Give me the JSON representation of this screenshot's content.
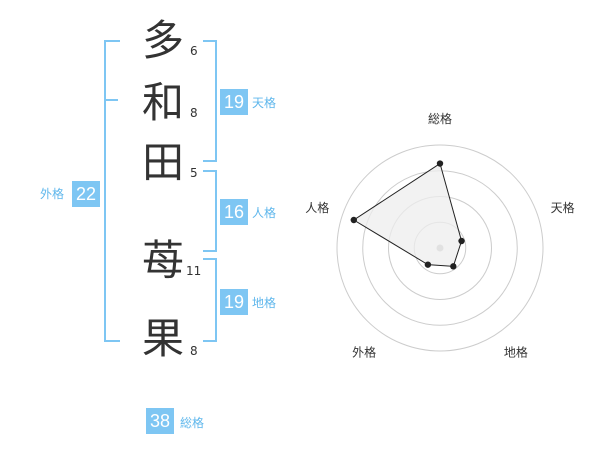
{
  "name": {
    "chars": [
      {
        "char": "多",
        "strokes": "6"
      },
      {
        "char": "和",
        "strokes": "8"
      },
      {
        "char": "田",
        "strokes": "5"
      },
      {
        "char": "苺",
        "strokes": "11"
      },
      {
        "char": "果",
        "strokes": "8"
      }
    ]
  },
  "fortunes": {
    "tenkaku": {
      "value": "19",
      "label": "天格"
    },
    "jinkaku": {
      "value": "16",
      "label": "人格"
    },
    "chikaku": {
      "value": "19",
      "label": "地格"
    },
    "gaikaku": {
      "value": "22",
      "label": "外格"
    },
    "soukaku": {
      "value": "38",
      "label": "総格"
    }
  },
  "chart_data": {
    "type": "radar",
    "axes": [
      "総格",
      "天格",
      "地格",
      "外格",
      "人格"
    ],
    "values": [
      0.82,
      0.22,
      0.22,
      0.2,
      0.88
    ],
    "range": [
      0,
      1
    ],
    "rings": 4,
    "colors": {
      "line": "#222222",
      "fill": "#eeeeee",
      "ring": "#cccccc",
      "center": "#bbbbbb"
    }
  },
  "colors": {
    "accent": "#7ec6f3",
    "accent_text": "#5fb7ec",
    "text": "#333333"
  }
}
